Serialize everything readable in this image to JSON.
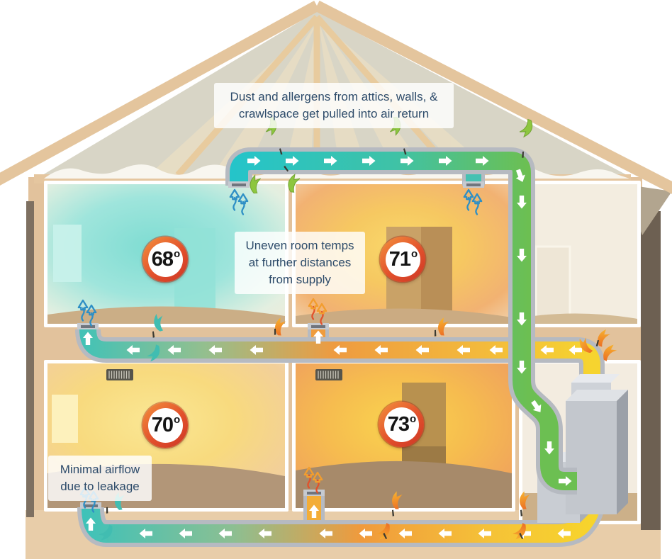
{
  "diagram": {
    "type": "house-hvac-cross-section",
    "callouts": {
      "air_return": "Dust and allergens from attics, walls, & crawlspace get pulled into air return",
      "uneven_temps": "Uneven room temps at further distances from supply",
      "leakage": "Minimal airflow due to leakage"
    },
    "rooms": [
      {
        "id": "upper-left",
        "temperature": "68"
      },
      {
        "id": "upper-right",
        "temperature": "71"
      },
      {
        "id": "lower-left",
        "temperature": "70"
      },
      {
        "id": "lower-right",
        "temperature": "73"
      }
    ],
    "degree_symbol": "o",
    "colors": {
      "return_duct_teal": "#27c5c8",
      "return_duct_green": "#6fbf4b",
      "supply_orange": "#ef9a3d",
      "supply_yellow": "#f6d42f",
      "badge_ring": "#e2502c",
      "callout_text": "#2d4b6a",
      "wall_tan": "#e2c29c",
      "leak_green": "#8dc63f",
      "leak_flame_orange": "#f0912c",
      "leak_teal": "#41bdb1",
      "register_arrow_blue": "#2e8fc5",
      "duct_casing_gray": "#b6bac1"
    }
  }
}
